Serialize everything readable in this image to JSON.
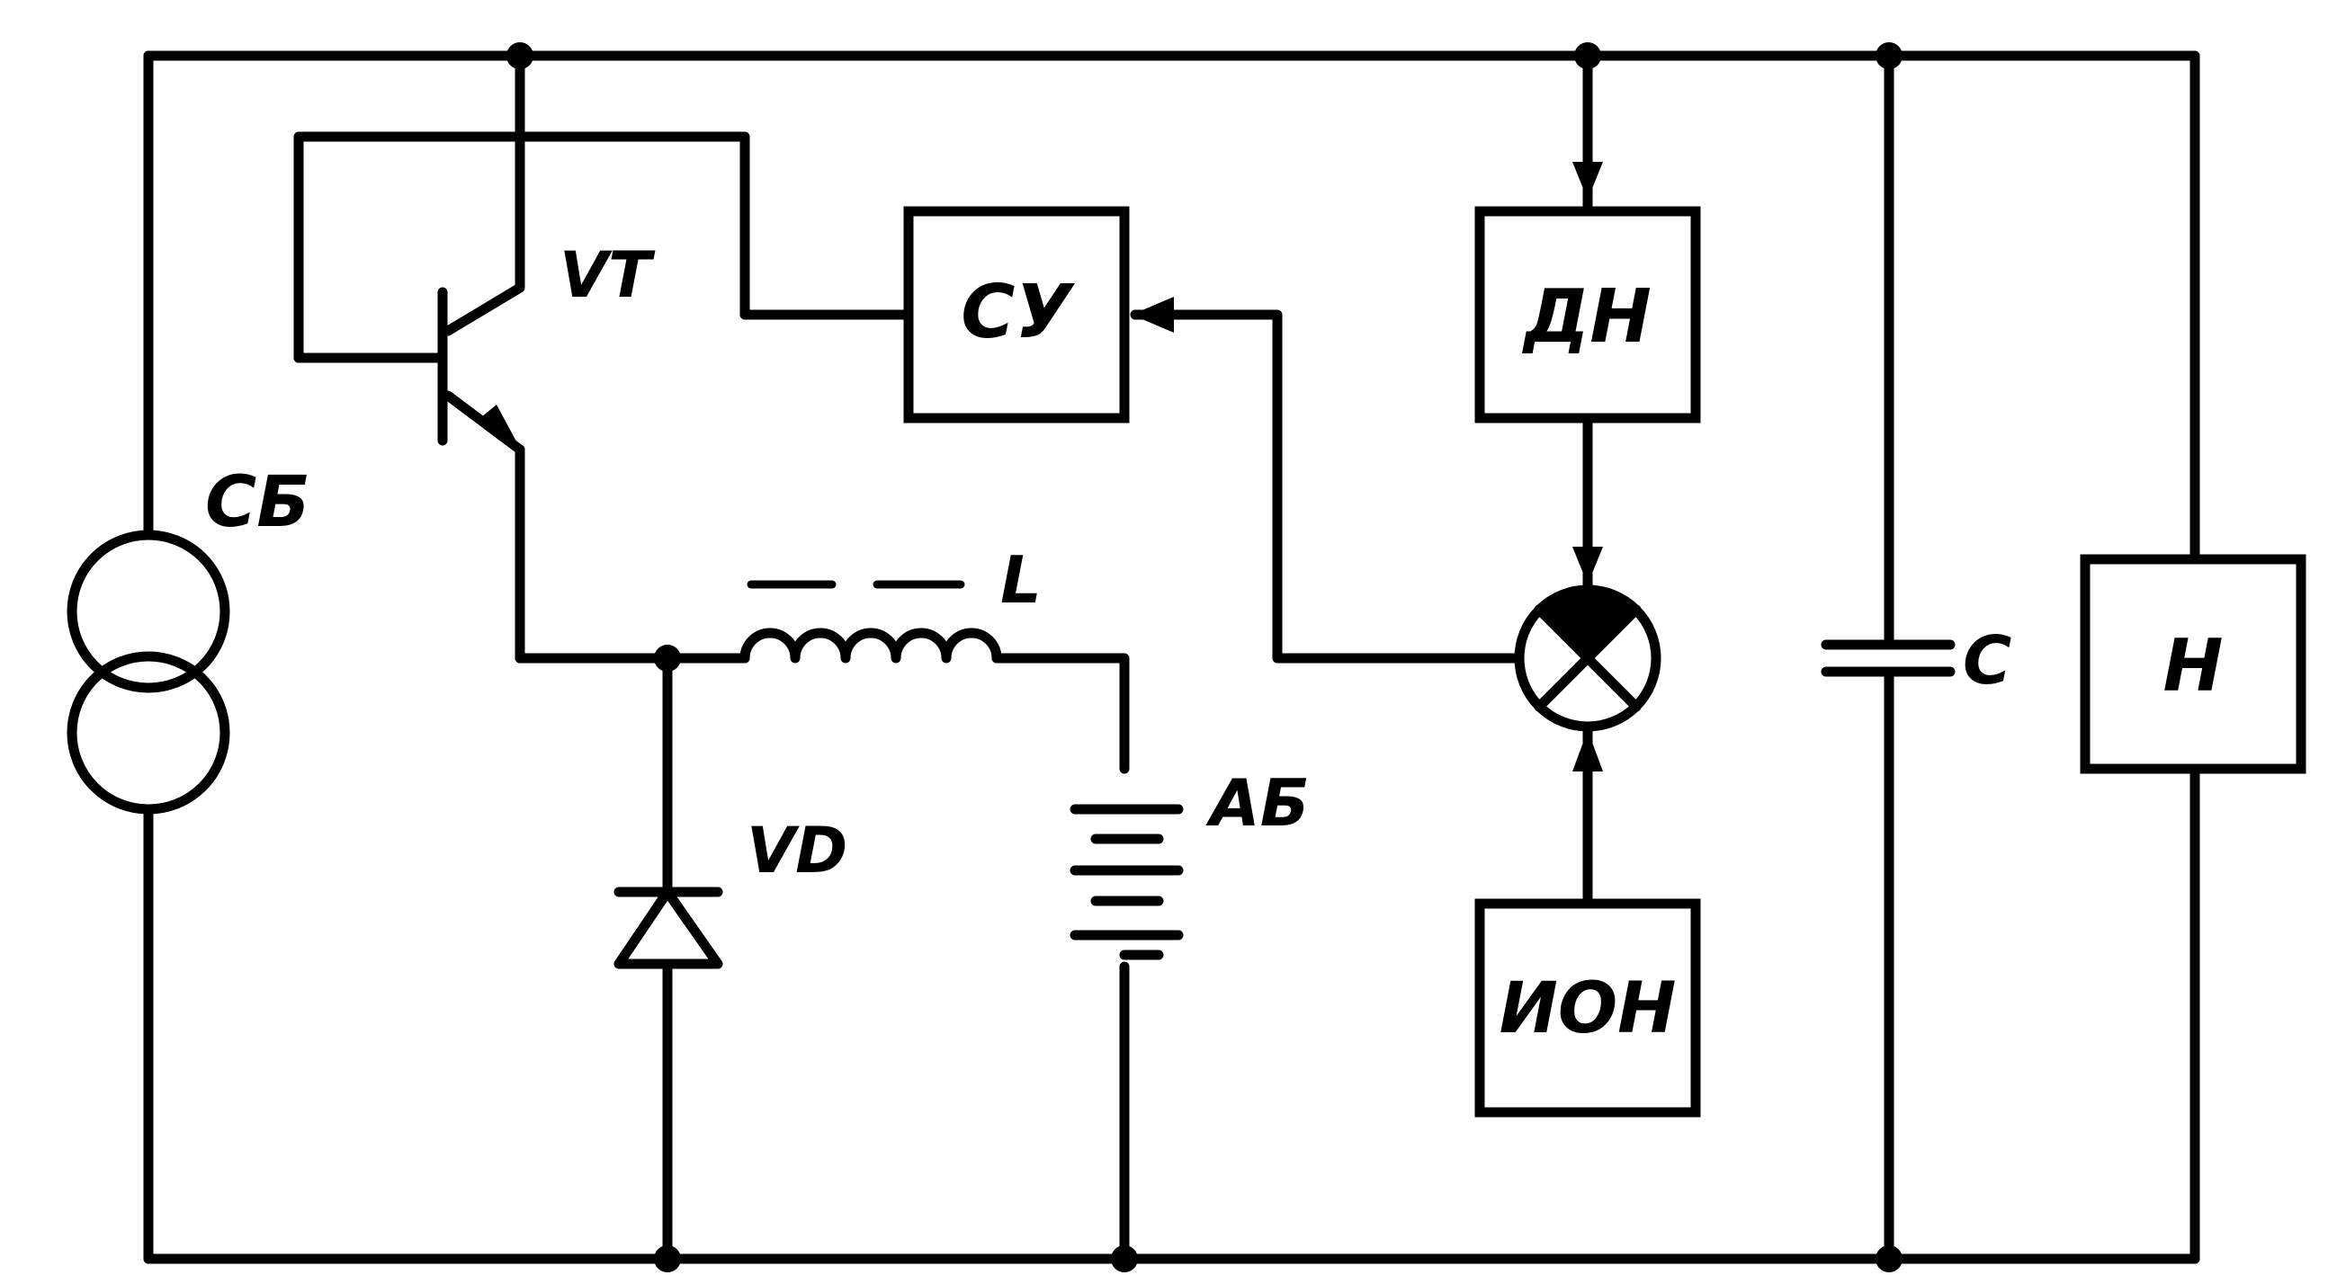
{
  "diagram": {
    "solar_battery": "СБ",
    "transistor": "VT",
    "control_unit": "СУ",
    "voltage_sensor": "ДН",
    "inductor": "L",
    "diode": "VD",
    "storage_battery": "АБ",
    "reference_source": "ИОН",
    "capacitor": "С",
    "load": "Н"
  },
  "colors": {
    "line": "#000000",
    "background": "#ffffff"
  }
}
